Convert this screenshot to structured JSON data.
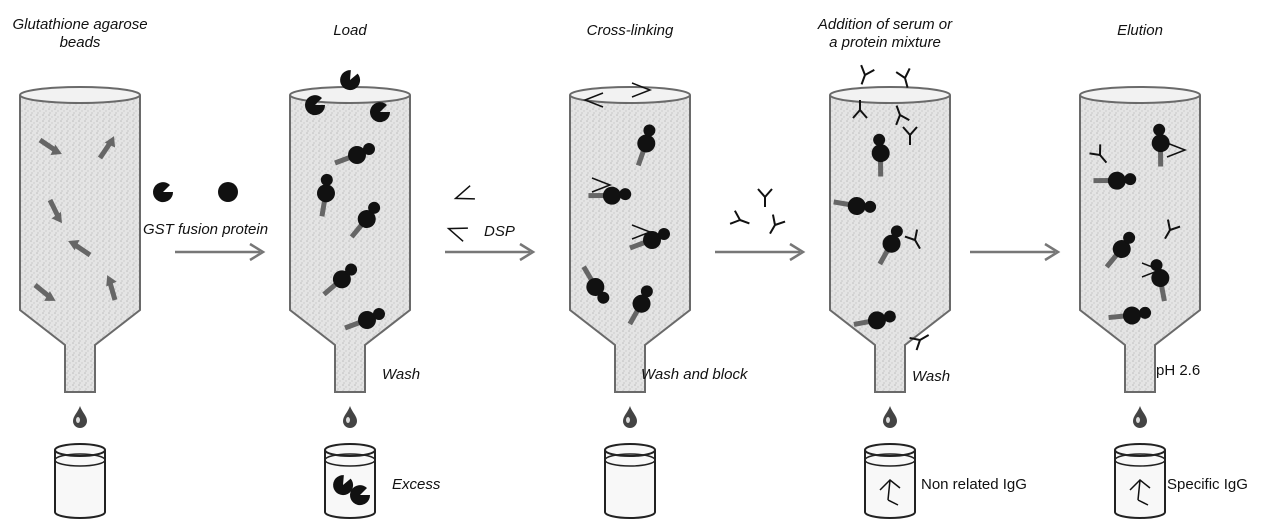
{
  "steps": [
    {
      "title_line1": "Glutathione agarose",
      "title_line2": "beads"
    },
    {
      "title_line1": "Load",
      "title_line2": ""
    },
    {
      "title_line1": "Cross-linking",
      "title_line2": ""
    },
    {
      "title_line1": "Addition of serum or",
      "title_line2": "a  protein mixture"
    },
    {
      "title_line1": "Elution",
      "title_line2": ""
    }
  ],
  "arrows": [
    {
      "label": "GST fusion protein"
    },
    {
      "label": "DSP"
    },
    {
      "label": ""
    },
    {
      "label": ""
    }
  ],
  "column_notes": [
    "Wash",
    "Wash and block",
    "Wash",
    "pH 2.6"
  ],
  "tube_labels": [
    "",
    "Excess",
    "",
    "Non related IgG",
    "Specific IgG"
  ],
  "colors": {
    "line": "#555555",
    "fill": "#dcdcdc",
    "arrow": "#777777",
    "dark": "#111111"
  },
  "icons": [
    "gst-pacman-icon",
    "gst-dot-icon",
    "dsp-triangle-icon",
    "antibody-icon",
    "droplet-icon",
    "arrow-icon"
  ]
}
